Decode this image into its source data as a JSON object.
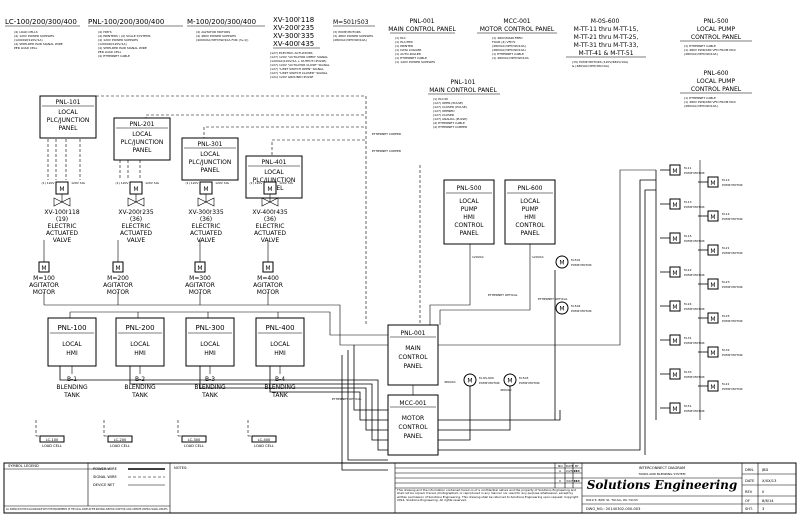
{
  "headers": {
    "lc": {
      "title": "LC-100/200/300/400",
      "notes": [
        "(4) LOAD CELLS",
        "(4) 120V POWER SUPPLIES",
        "(12000W/120V/1A)",
        "(4) SHIELDED PAIR SIGNAL WIRE",
        "PER LOAD CELL"
      ]
    },
    "pnl_local": {
      "title": "PNL-100/200/300/400",
      "notes": [
        "(4) HMI'S",
        "(4) PRINTERS / (4) SCALE SYSTEMS",
        "(4) 120V POWER SUPPLIES",
        "(12000W/120V/1A)",
        "(4) SHIELDED PAIR SIGNAL WIRE",
        "PER LOAD CELL",
        "(4) ETHERNET CABLE"
      ]
    },
    "m_agitator": {
      "title": "M-100/200/300/400",
      "notes": [
        "(4) AGITATOR MOTORS",
        "(4) 480V POWER SUPPLIES",
        "(4000VAC/3PH/3W/10A FOR (3+1))"
      ]
    },
    "xv": {
      "lines": [
        "XV-100⨡118",
        "XV-200⨡235",
        "XV-300⨡335",
        "XV-400⨡435"
      ],
      "notes": [
        "(127) ELECTRIC ACTUATORS",
        "(127) 120V \"ACTUATOR OPEN\" SIGNAL",
        "(120VAC/120V/1A + OUTPUT=PULSE)",
        "(127) 120V \"ACTUATOR CLOSE\" SIGNAL",
        "(127) \"LIMIT SWITCH OPEN\" SIGNAL",
        "(127) \"LIMIT SWITCH CLOSED\" SIGNAL",
        "(121) 120V GROUND=PULSE"
      ]
    },
    "m501": {
      "title": "M=501⨡503",
      "notes": [
        "(3) PUMP MOTORS",
        "(3) 480V POWER SUPPLIES",
        "(480VAC/3PH/3W/10A)"
      ]
    },
    "pnl001": {
      "title": "PNL-001",
      "sub": "MAIN CONTROL PANEL",
      "notes": [
        "(1) PLC",
        "(1) PLC/HMI",
        "(1) PRINTER",
        "(1) DATA LOGGER",
        "(1) AUTO-DIALER",
        "(1) ETHERNET CABLE",
        "(1) 120V POWER SUPPLIES"
      ]
    },
    "mcc001": {
      "title": "MCC-001",
      "sub": "MOTOR CONTROL PANEL",
      "notes": [
        "(1) 480V/MAIN FEED",
        "FOUR (4) VFD'S",
        "(480VAC/3PH/3W/10A)",
        "(480VAC/3PH/3W/10A)",
        "(1) ETHERNET CABLE",
        "(1) 480VAC/3PH/3W/10A"
      ]
    },
    "mos": {
      "lines": [
        "M-0S-600",
        "M-TT-11 thru M-TT-15,",
        "M-TT-21 thru M-TT-25,",
        "M-TT-31 thru M-TT-33,",
        "M-TT-41 & M-TT-51"
      ],
      "notes": [
        "(15) PUMP MOTORS (120V/480V/10A)",
        "& (480VAC/3PH/3W/10A)"
      ]
    },
    "pnl500": {
      "title": "PNL-500",
      "sub1": "LOCAL PUMP",
      "sub2": "CONTROL PANEL",
      "notes": [
        "(1) ETHERNET CABLE",
        "(1) 480V PWR/480 VFD FROM MCC",
        "(480VAC/3PH/3W/10A)"
      ]
    },
    "pnl600": {
      "title": "PNL-600",
      "sub1": "LOCAL PUMP",
      "sub2": "CONTROL PANEL",
      "notes": [
        "(1) ETHERNET CABLE",
        "(1) 480V PWR/480 VFD FROM MCC",
        "(480VAC/3PH/3W/10A)"
      ]
    },
    "pnl101": {
      "title": "PNL-101",
      "sub": "MAIN CONTROL PANEL",
      "notes": [
        "(1) PLC/IO",
        "(127) OPEN (PULSE)",
        "(127) CLOSED (PULSE)",
        "(127) OPENED",
        "(127) CLOSED",
        "(127) ANALOG (PULSE)",
        "(4) ETHERNET CABLE",
        "(4) ETHERNET COPPER"
      ]
    }
  },
  "junction_panels": [
    {
      "id": "PNL-101",
      "l1": "LOCAL",
      "l2": "PLC/JUNCTION",
      "l3": "PANEL"
    },
    {
      "id": "PNL-201",
      "l1": "LOCAL",
      "l2": "PLC/JUNCTION",
      "l3": "PANEL"
    },
    {
      "id": "PNL-301",
      "l1": "LOCAL",
      "l2": "PLC/JUNCTION",
      "l3": "PANEL"
    },
    {
      "id": "PNL-401",
      "l1": "LOCAL",
      "l2": "PLC/JUNCTION",
      "l3": "PANEL"
    }
  ],
  "valves": [
    {
      "range": "XV-100⨡118",
      "count": "(19)",
      "l1": "ELECTRIC",
      "l2": "ACTUATED",
      "l3": "VALVE"
    },
    {
      "range": "XV-200⨡235",
      "count": "(36)",
      "l1": "ELECTRIC",
      "l2": "ACTUATED",
      "l3": "VALVE"
    },
    {
      "range": "XV-300⨡335",
      "count": "(36)",
      "l1": "ELECTRIC",
      "l2": "ACTUATED",
      "l3": "VALVE"
    },
    {
      "range": "XV-400⨡435",
      "count": "(36)",
      "l1": "ELECTRIC",
      "l2": "ACTUATED",
      "l3": "VALVE"
    }
  ],
  "agitators": [
    {
      "id": "M=100",
      "l1": "AGITATOR",
      "l2": "MOTOR"
    },
    {
      "id": "M=200",
      "l1": "AGITATOR",
      "l2": "MOTOR"
    },
    {
      "id": "M=300",
      "l1": "AGITATOR",
      "l2": "MOTOR"
    },
    {
      "id": "M=400",
      "l1": "AGITATOR",
      "l2": "MOTOR"
    }
  ],
  "hmis": [
    {
      "id": "PNL-100",
      "l1": "LOCAL",
      "l2": "HMI"
    },
    {
      "id": "PNL-200",
      "l1": "LOCAL",
      "l2": "HMI"
    },
    {
      "id": "PNL-300",
      "l1": "LOCAL",
      "l2": "HMI"
    },
    {
      "id": "PNL-400",
      "l1": "LOCAL",
      "l2": "HMI"
    }
  ],
  "tanks": [
    {
      "id": "B-1",
      "l1": "BLENDING",
      "l2": "TANK"
    },
    {
      "id": "B-2",
      "l1": "BLENDING",
      "l2": "TANK"
    },
    {
      "id": "B-3",
      "l1": "BLENDING",
      "l2": "TANK"
    },
    {
      "id": "B-4",
      "l1": "BLENDING",
      "l2": "TANK"
    }
  ],
  "load_cells": [
    {
      "id": "LC-100",
      "label": "LOAD CELL"
    },
    {
      "id": "LC-200",
      "label": "LOAD CELL"
    },
    {
      "id": "LC-300",
      "label": "LOAD CELL"
    },
    {
      "id": "LC-400",
      "label": "LOAD CELL"
    }
  ],
  "pump_panels": [
    {
      "id": "PNL-500",
      "l1": "LOCAL",
      "l2": "PUMP",
      "l3": "HMI",
      "l4": "CONTROL",
      "l5": "PANEL"
    },
    {
      "id": "PNL-600",
      "l1": "LOCAL",
      "l2": "PUMP",
      "l3": "HMI",
      "l4": "CONTROL",
      "l5": "PANEL"
    }
  ],
  "main_panel": {
    "id": "PNL-001",
    "l1": "MAIN",
    "l2": "CONTROL",
    "l3": "PANEL"
  },
  "mcc_panel": {
    "id": "MCC-001",
    "l1": "MOTOR",
    "l2": "CONTROL",
    "l3": "PANEL"
  },
  "right_pumps": [
    "M-11",
    "M-12",
    "M-13",
    "M-14",
    "M-15",
    "M-21",
    "M-22",
    "M-23",
    "M-24",
    "M-25",
    "M-31",
    "M-32",
    "M-33",
    "M-41",
    "M-51"
  ],
  "pump_label": "PUMP MOTOR",
  "mid_pumps": [
    "M-501",
    "M-502",
    "M-503"
  ],
  "mos_pump": "M-OS-600",
  "small_labels": {
    "ethernet_copper": "ETHERNET COPPER",
    "ethernet_optical": "ETHERNET OPTICAL",
    "v120": "120VAC",
    "v480": "480VAC",
    "card": "(1) 120V",
    "sig": "120V SIG"
  },
  "legend": {
    "title": "SYMBOL LEGEND",
    "items": [
      "POWER WIRE",
      "SIGNAL WIRE",
      "DEVICE NET"
    ],
    "notes_title": "NOTES:",
    "footer": "ALL WIRING MUST BE IN ACCORDANCE WITH THE REQUIREMENTS OF THE LOCAL CODES IN THE NATIONAL ELECTRIC CODE FOR CLASS I REMOTE CONTROL SIGNAL CIRCUITS."
  },
  "disclaimer": "This drawing and the information contained herein is of a confidential nature and the property of Solutions Engineering and shall not be copied, traced, photographed, or reproduced in any manner nor used for any purpose whatsoever, except by written permission of Solutions Engineering. This drawing shall be returned to Solutions Engineering upon request. Copyright 2014, Solutions Engineering. All rights reserved.",
  "revisions": {
    "headers": [
      "NO.",
      "DATE",
      "BY"
    ],
    "rows": [
      {
        "no": "A",
        "date": "2/25/14",
        "by": "PKB"
      },
      {
        "no": "0",
        "date": "3/07/14",
        "by": "PKB"
      }
    ]
  },
  "title_block": {
    "title1": "INTERCONNECT DIAGRAM",
    "title2": "TANKS AND BLENDING SYSTEM",
    "company": "Solutions Engineering",
    "address": "8419 E. 80th St. TULSA, OK 74133",
    "dwg": "DWG_NO.: 20140302-000-003",
    "drn_label": "DRN.",
    "drn": "JBD",
    "date_label": "DATE",
    "date": "X/XX/13",
    "rev_label": "REV",
    "rev": "0",
    "sht_label": "SHT.",
    "sht": "3",
    "of_label": "OF",
    "of": "8/8/14"
  }
}
